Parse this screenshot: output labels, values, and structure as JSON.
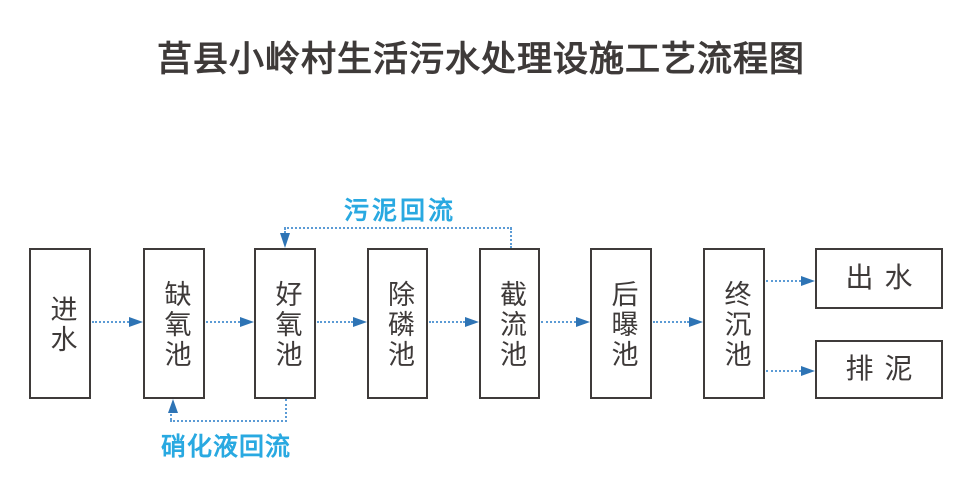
{
  "title": "莒县小岭村生活污水处理设施工艺流程图",
  "colors": {
    "title_text": "#3e3a39",
    "box_border": "#3f3b3a",
    "box_text": "#3e3a39",
    "flow_line": "#5b9bd5",
    "arrowhead": "#2e74b5",
    "recycle_label": "#29a9e1",
    "background": "#ffffff"
  },
  "flow": {
    "boxes": [
      {
        "label": "进水"
      },
      {
        "label": "缺氧池"
      },
      {
        "label": "好氧池"
      },
      {
        "label": "除磷池"
      },
      {
        "label": "截流池"
      },
      {
        "label": "后曝池"
      },
      {
        "label": "终沉池"
      },
      {
        "label": "出水"
      },
      {
        "label": "排泥"
      }
    ],
    "recycle": {
      "sludge_return_label": "污泥回流",
      "nitrification_return_label": "硝化液回流"
    }
  }
}
